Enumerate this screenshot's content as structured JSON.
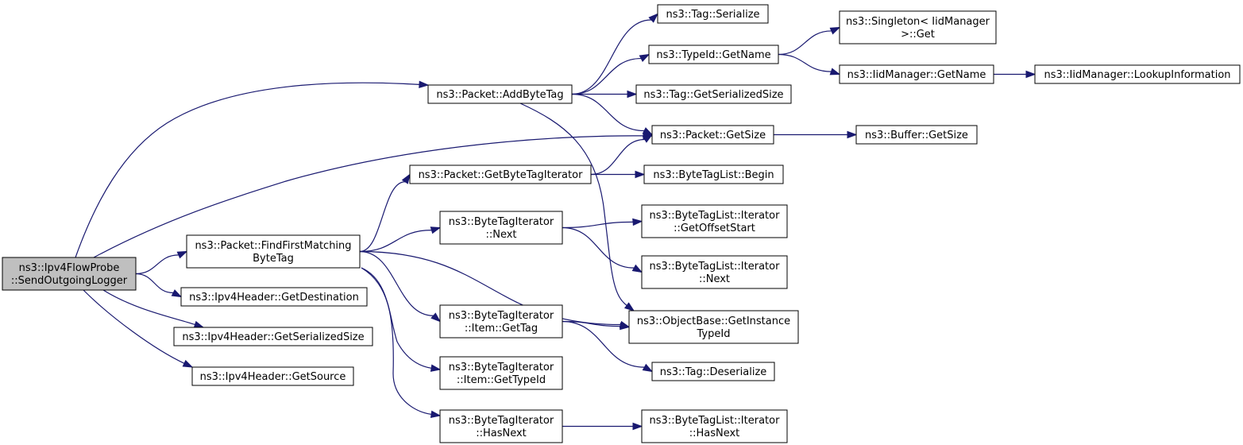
{
  "graph": {
    "edge_color": "#191970",
    "root_fill": "#bfbfbf",
    "nodes": [
      {
        "id": "root",
        "lines": [
          "ns3::Ipv4FlowProbe",
          "::SendOutgoingLogger"
        ],
        "root": true
      },
      {
        "id": "addbytetag",
        "lines": [
          "ns3::Packet::AddByteTag"
        ]
      },
      {
        "id": "getsize",
        "lines": [
          "ns3::Packet::GetSize"
        ]
      },
      {
        "id": "findfirst",
        "lines": [
          "ns3::Packet::FindFirstMatching",
          "ByteTag"
        ]
      },
      {
        "id": "getdest",
        "lines": [
          "ns3::Ipv4Header::GetDestination"
        ]
      },
      {
        "id": "getsersize4",
        "lines": [
          "ns3::Ipv4Header::GetSerializedSize"
        ]
      },
      {
        "id": "getsource",
        "lines": [
          "ns3::Ipv4Header::GetSource"
        ]
      },
      {
        "id": "tagserialize",
        "lines": [
          "ns3::Tag::Serialize"
        ]
      },
      {
        "id": "typeidname",
        "lines": [
          "ns3::TypeId::GetName"
        ]
      },
      {
        "id": "taggetsersize",
        "lines": [
          "ns3::Tag::GetSerializedSize"
        ]
      },
      {
        "id": "objinst",
        "lines": [
          "ns3::ObjectBase::GetInstance",
          "TypeId"
        ]
      },
      {
        "id": "getbytetagit",
        "lines": [
          "ns3::Packet::GetByteTagIterator"
        ]
      },
      {
        "id": "btinext",
        "lines": [
          "ns3::ByteTagIterator",
          "::Next"
        ]
      },
      {
        "id": "btigettag",
        "lines": [
          "ns3::ByteTagIterator",
          "::Item::GetTag"
        ]
      },
      {
        "id": "btigettypeid",
        "lines": [
          "ns3::ByteTagIterator",
          "::Item::GetTypeId"
        ]
      },
      {
        "id": "btihasnext",
        "lines": [
          "ns3::ByteTagIterator",
          "::HasNext"
        ]
      },
      {
        "id": "singleton",
        "lines": [
          "ns3::Singleton< IidManager",
          ">::Get"
        ]
      },
      {
        "id": "iidgetname",
        "lines": [
          "ns3::IidManager::GetName"
        ]
      },
      {
        "id": "iidlookup",
        "lines": [
          "ns3::IidManager::LookupInformation"
        ]
      },
      {
        "id": "buffergetsize",
        "lines": [
          "ns3::Buffer::GetSize"
        ]
      },
      {
        "id": "btlbegin",
        "lines": [
          "ns3::ByteTagList::Begin"
        ]
      },
      {
        "id": "btlitoffset",
        "lines": [
          "ns3::ByteTagList::Iterator",
          "::GetOffsetStart"
        ]
      },
      {
        "id": "btlitnext",
        "lines": [
          "ns3::ByteTagList::Iterator",
          "::Next"
        ]
      },
      {
        "id": "tagdeser",
        "lines": [
          "ns3::Tag::Deserialize"
        ]
      },
      {
        "id": "btlithasnext",
        "lines": [
          "ns3::ByteTagList::Iterator",
          "::HasNext"
        ]
      }
    ],
    "edges": [
      {
        "from": "root",
        "to": "addbytetag"
      },
      {
        "from": "root",
        "to": "getsize"
      },
      {
        "from": "root",
        "to": "findfirst"
      },
      {
        "from": "root",
        "to": "getdest"
      },
      {
        "from": "root",
        "to": "getsersize4"
      },
      {
        "from": "root",
        "to": "getsource"
      },
      {
        "from": "addbytetag",
        "to": "tagserialize"
      },
      {
        "from": "addbytetag",
        "to": "typeidname"
      },
      {
        "from": "addbytetag",
        "to": "taggetsersize"
      },
      {
        "from": "addbytetag",
        "to": "getsize"
      },
      {
        "from": "addbytetag",
        "to": "objinst"
      },
      {
        "from": "typeidname",
        "to": "singleton"
      },
      {
        "from": "typeidname",
        "to": "iidgetname"
      },
      {
        "from": "iidgetname",
        "to": "iidlookup"
      },
      {
        "from": "getsize",
        "to": "buffergetsize"
      },
      {
        "from": "findfirst",
        "to": "getbytetagit"
      },
      {
        "from": "findfirst",
        "to": "btinext"
      },
      {
        "from": "findfirst",
        "to": "objinst"
      },
      {
        "from": "findfirst",
        "to": "btigettag"
      },
      {
        "from": "findfirst",
        "to": "btigettypeid"
      },
      {
        "from": "findfirst",
        "to": "btihasnext"
      },
      {
        "from": "getbytetagit",
        "to": "getsize"
      },
      {
        "from": "getbytetagit",
        "to": "btlbegin"
      },
      {
        "from": "btinext",
        "to": "btlitoffset"
      },
      {
        "from": "btinext",
        "to": "btlitnext"
      },
      {
        "from": "btigettag",
        "to": "objinst"
      },
      {
        "from": "btigettag",
        "to": "tagdeser"
      },
      {
        "from": "btihasnext",
        "to": "btlithasnext"
      }
    ]
  }
}
